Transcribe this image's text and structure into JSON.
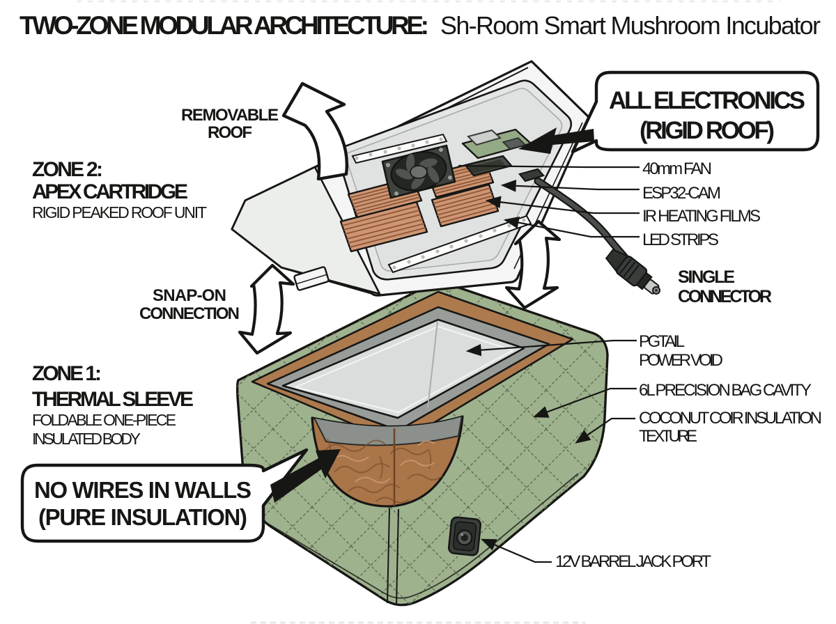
{
  "title": {
    "emphasis": "TWO-ZONE MODULAR ARCHITECTURE:",
    "product": "Sh-Room Smart Mushroom Incubator"
  },
  "zones": {
    "zone2": {
      "id": "ZONE 2:",
      "name": "APEX CARTRIDGE",
      "description": "RIGID PEAKED ROOF UNIT"
    },
    "zone1": {
      "id": "ZONE 1:",
      "name": "THERMAL SLEEVE",
      "description_line1": "FOLDABLE ONE-PIECE",
      "description_line2": "INSULATED BODY"
    }
  },
  "callouts": {
    "all_electronics": {
      "line1": "ALL ELECTRONICS",
      "line2": "(RIGID ROOF)"
    },
    "no_wires": {
      "line1": "NO WIRES IN WALLS",
      "line2": "(PURE INSULATION)"
    }
  },
  "annotations": {
    "removable_roof": {
      "line1": "REMOVABLE",
      "line2": "ROOF"
    },
    "snap_on": {
      "line1": "SNAP-ON",
      "line2": "CONNECTION"
    },
    "single_connector": {
      "line1": "SINGLE",
      "line2": "CONNECTOR"
    }
  },
  "roof_parts": [
    {
      "label": "40mm FAN"
    },
    {
      "label": "ESP32-CAM"
    },
    {
      "label": "IR HEATING FILMS"
    },
    {
      "label": "LED STRIPS"
    }
  ],
  "sleeve_parts": {
    "pigtail_line1": "PGTAIL",
    "pigtail_line2": "POWER VOID",
    "bag_cavity": "6L PRECISION BAG CAVITY",
    "coir_line1": "COCONUT COIR INSULATION",
    "coir_line2": "TEXTURE",
    "jack": "12V BARREL JACK PORT"
  },
  "colors": {
    "sleeve_green": "#9fb28e",
    "quilt_line": "#5d6f52",
    "coir_brown": "#aa7549",
    "coir_dark": "#7c5330",
    "liner_gray": "#d9dddc",
    "roof_gray": "#f4f5f4",
    "copper_film": "#cf9573",
    "pcb_green": "#94aa86",
    "ink": "#161614"
  }
}
